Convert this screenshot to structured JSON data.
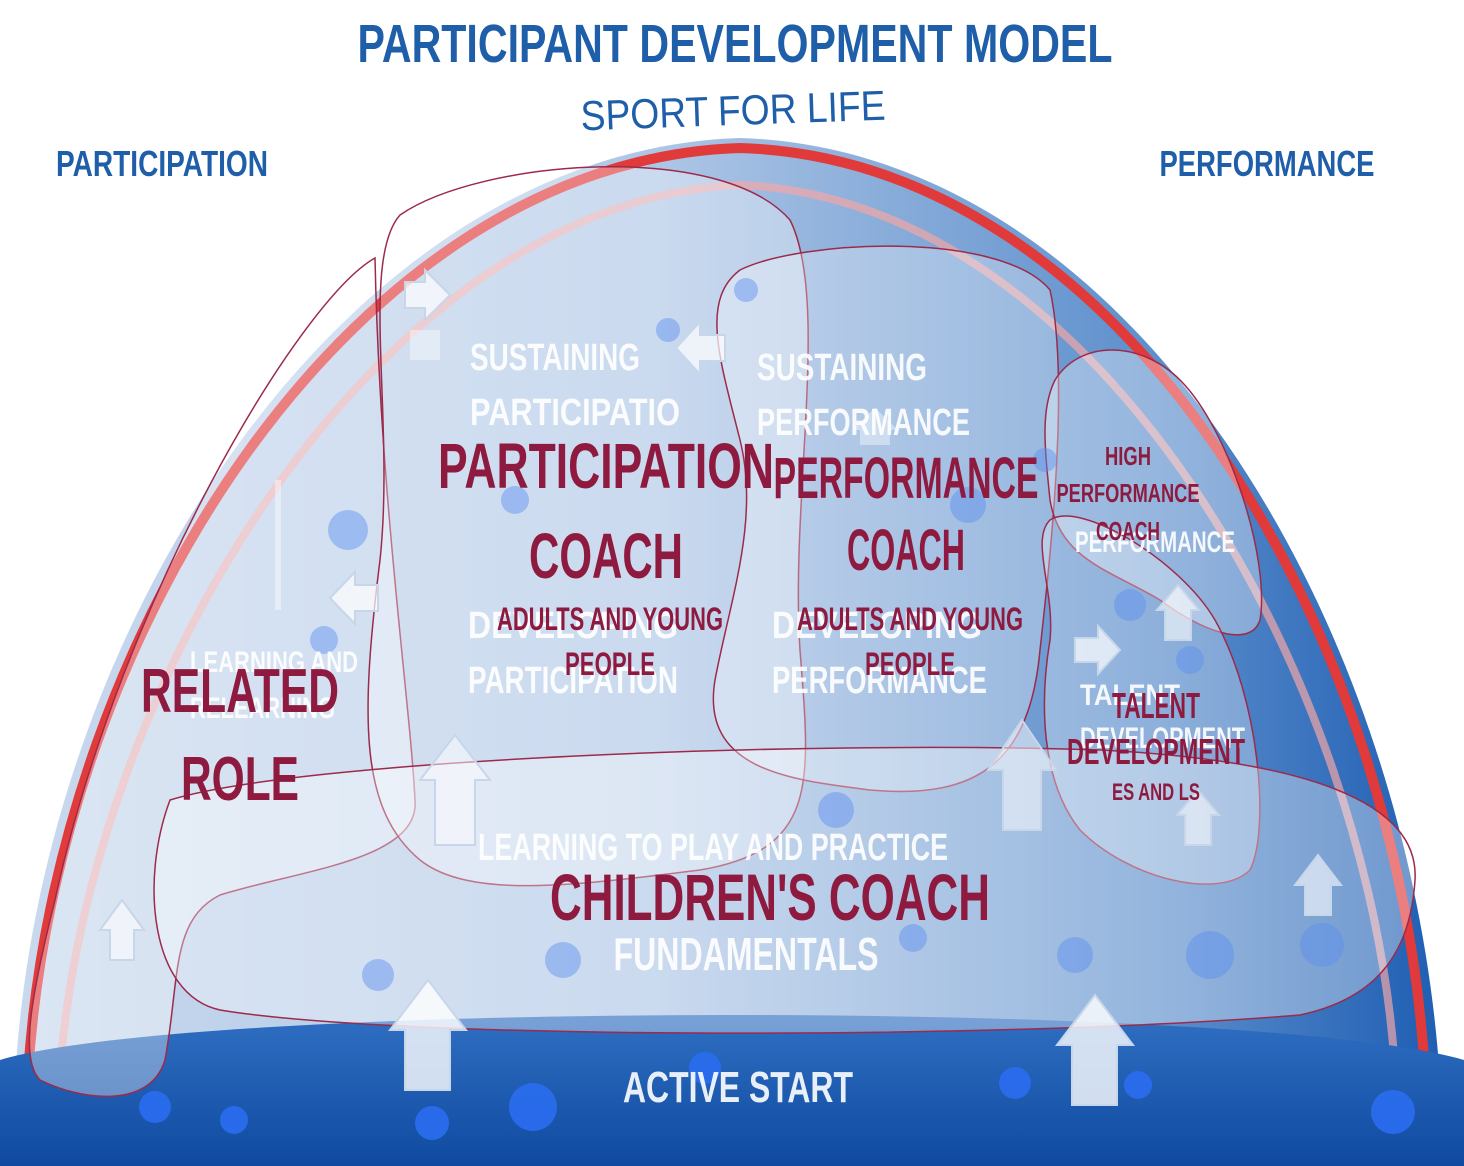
{
  "title": "PARTICIPANT DEVELOPMENT MODEL",
  "subtitle": "SPORT FOR LIFE",
  "corner_labels": {
    "left": "PARTICIPATION",
    "right": "PERFORMANCE"
  },
  "stages": {
    "sustaining_participation": [
      "SUSTAINING",
      "PARTICIPATIO"
    ],
    "sustaining_performance": [
      "SUSTAINING",
      "PERFORMANCE"
    ],
    "developing_participation": [
      "DEVELOPING",
      "PARTICIPATION"
    ],
    "developing_performance": [
      "DEVELOPING",
      "PERFORMANCE"
    ],
    "learning_relearning": [
      "LEARNING AND",
      "RELEARNING"
    ],
    "high_performance": "PERFORMANCE",
    "talent_development": [
      "TALENT",
      "DEVELOPMENT"
    ],
    "learning_to_play": "LEARNING TO PLAY AND PRACTICE",
    "fundamentals": "FUNDAMENTALS",
    "active_start": "ACTIVE START"
  },
  "coach_roles": {
    "related": [
      "RELATED",
      "ROLE"
    ],
    "participation": [
      "PARTICIPATION",
      "COACH"
    ],
    "participation_sub": [
      "ADULTS AND YOUNG",
      "PEOPLE"
    ],
    "performance": [
      "PERFORMANCE",
      "COACH"
    ],
    "performance_sub": [
      "ADULTS AND YOUNG",
      "PEOPLE"
    ],
    "high_performance": [
      "HIGH",
      "PERFORMANCE",
      "COACH"
    ],
    "talent": [
      "TALENT",
      "DEVELOPMENT"
    ],
    "talent_sub": "ES AND LS",
    "children": "CHILDREN'S COACH"
  },
  "colors": {
    "title_blue": "#1f5ea8",
    "coach_maroon": "#8e1b3f",
    "dome_red": "#e03a3a",
    "dome_blue": "#1d5fb3",
    "stage_white": "#ffffff"
  }
}
